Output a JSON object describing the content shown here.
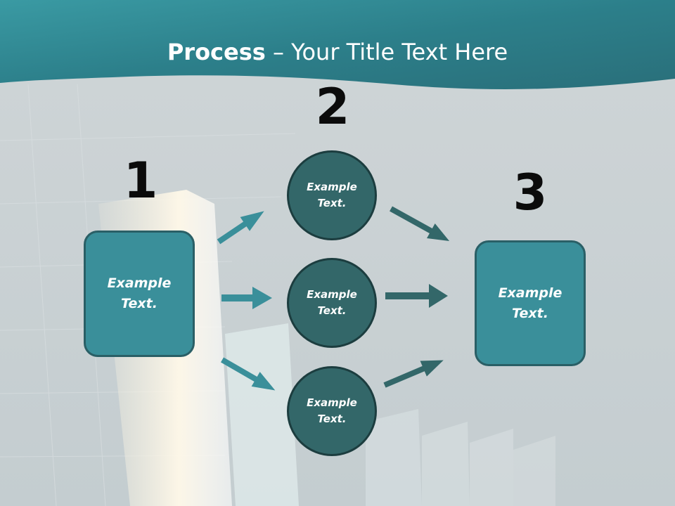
{
  "title": {
    "bold": "Process",
    "rest": " – Your Title Text Here"
  },
  "steps": [
    {
      "number": "1",
      "label": "Example\nText."
    },
    {
      "number": "2",
      "labels": [
        "Example\nText.",
        "Example\nText.",
        "Example\nText."
      ]
    },
    {
      "number": "3",
      "label": "Example\nText."
    }
  ],
  "colors": {
    "header": "#2e7f8a",
    "box": "#3a8f9a",
    "circle": "#336769",
    "arrow_in": "#3a8f9a",
    "arrow_out": "#336769"
  }
}
